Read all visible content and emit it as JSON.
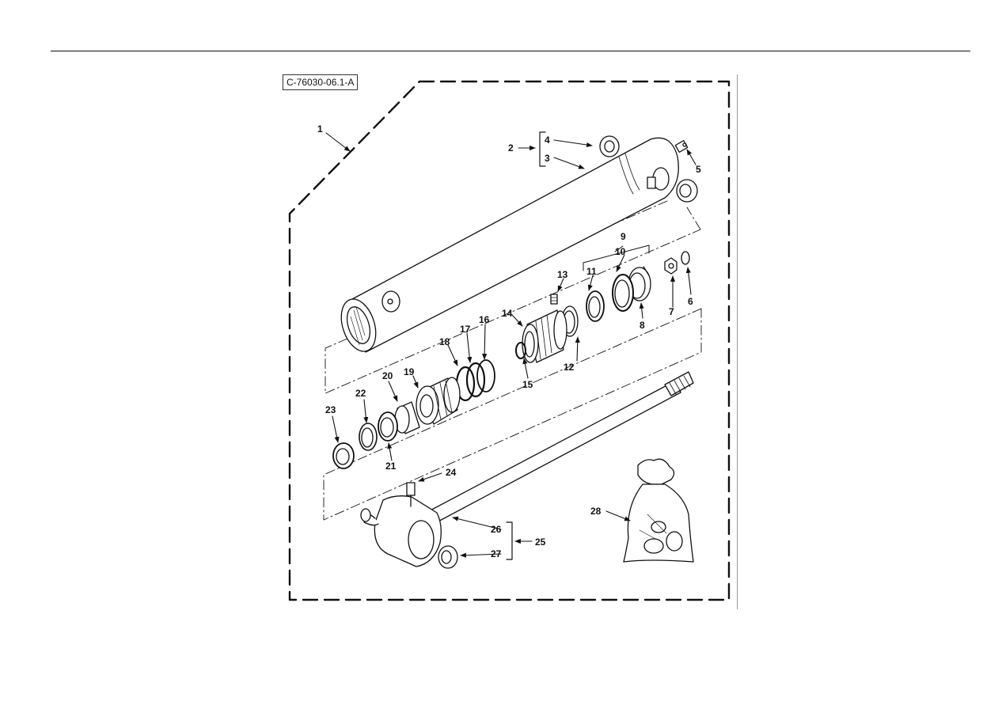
{
  "figure_id": "C-76030-06.1-A",
  "callouts": [
    "1",
    "2",
    "3",
    "4",
    "5",
    "6",
    "7",
    "8",
    "9",
    "10",
    "11",
    "12",
    "13",
    "14",
    "15",
    "16",
    "17",
    "18",
    "19",
    "20",
    "21",
    "22",
    "23",
    "24",
    "25",
    "26",
    "27",
    "28"
  ],
  "parts": [
    {
      "item": "1",
      "name": "hydraulic-cylinder-assembly-boundary"
    },
    {
      "item": "2",
      "name": "barrel-group-bracket"
    },
    {
      "item": "3",
      "name": "cylinder-barrel"
    },
    {
      "item": "4",
      "name": "barrel-bushing"
    },
    {
      "item": "5",
      "name": "grease-fitting"
    },
    {
      "item": "6",
      "name": "retaining-ring"
    },
    {
      "item": "7",
      "name": "nut"
    },
    {
      "item": "8",
      "name": "wear-ring"
    },
    {
      "item": "9",
      "name": "piston-seal-group-bracket"
    },
    {
      "item": "10",
      "name": "seal"
    },
    {
      "item": "11",
      "name": "seal-ring"
    },
    {
      "item": "12",
      "name": "backup-ring"
    },
    {
      "item": "13",
      "name": "setscrew"
    },
    {
      "item": "14",
      "name": "piston"
    },
    {
      "item": "15",
      "name": "o-ring"
    },
    {
      "item": "16",
      "name": "backup-ring"
    },
    {
      "item": "17",
      "name": "o-ring"
    },
    {
      "item": "18",
      "name": "packing"
    },
    {
      "item": "19",
      "name": "gland"
    },
    {
      "item": "20",
      "name": "spacer"
    },
    {
      "item": "21",
      "name": "rod-seal"
    },
    {
      "item": "22",
      "name": "buffer-ring"
    },
    {
      "item": "23",
      "name": "wiper"
    },
    {
      "item": "24",
      "name": "grease-fitting"
    },
    {
      "item": "25",
      "name": "rod-group-bracket"
    },
    {
      "item": "26",
      "name": "piston-rod"
    },
    {
      "item": "27",
      "name": "rod-bushing"
    },
    {
      "item": "28",
      "name": "parts-kit-bag"
    }
  ]
}
